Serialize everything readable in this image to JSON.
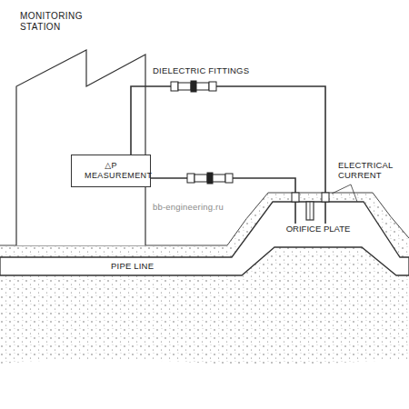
{
  "diagram": {
    "nodes": [
      {
        "text": [
          "MONITORING STATION"
        ]
      },
      {
        "text": [
          "△P MEASUREMENT"
        ],
        "in": 0
      },
      {
        "text": [
          "ORIFICE PLATE"
        ]
      }
    ],
    "edges": [
      {
        "from": 1,
        "to": 2,
        "arrow": "none"
      },
      {
        "from": 1,
        "to": 2,
        "arrow": "none"
      }
    ],
    "labels": [
      "DIELECTRIC FITTINGS",
      "ELECTRICAL CURRENT",
      "PIPE LINE",
      "bb-engineering.ru"
    ]
  }
}
